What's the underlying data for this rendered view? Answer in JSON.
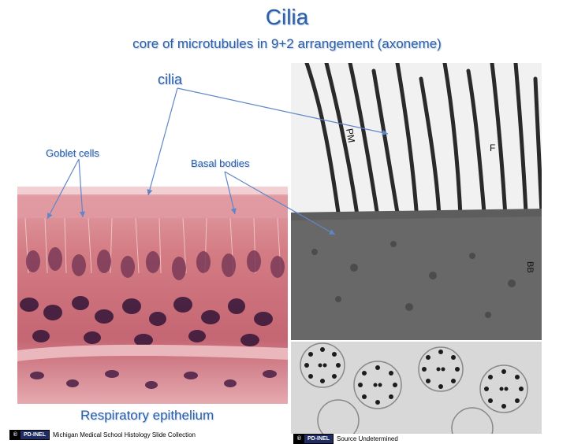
{
  "slide": {
    "title": "Cilia",
    "subtitle": "core of microtubules in 9+2 arrangement (axoneme)"
  },
  "labels": {
    "cilia": "cilia",
    "goblet": "Goblet cells",
    "basal": "Basal bodies",
    "resp": "Respiratory epithelium"
  },
  "micrograph": {
    "pm": "PM",
    "f": "F",
    "bb": "BB"
  },
  "credits": {
    "left": {
      "cc": "©",
      "pd": "PD-INEL",
      "text": "Michigan Medical School Histology Slide Collection"
    },
    "right": {
      "cc": "©",
      "pd": "PD-INEL",
      "text": "Source Undetermined"
    }
  },
  "colors": {
    "text_blue": "#2b5fa8",
    "arrow_blue": "#5f86c8"
  }
}
